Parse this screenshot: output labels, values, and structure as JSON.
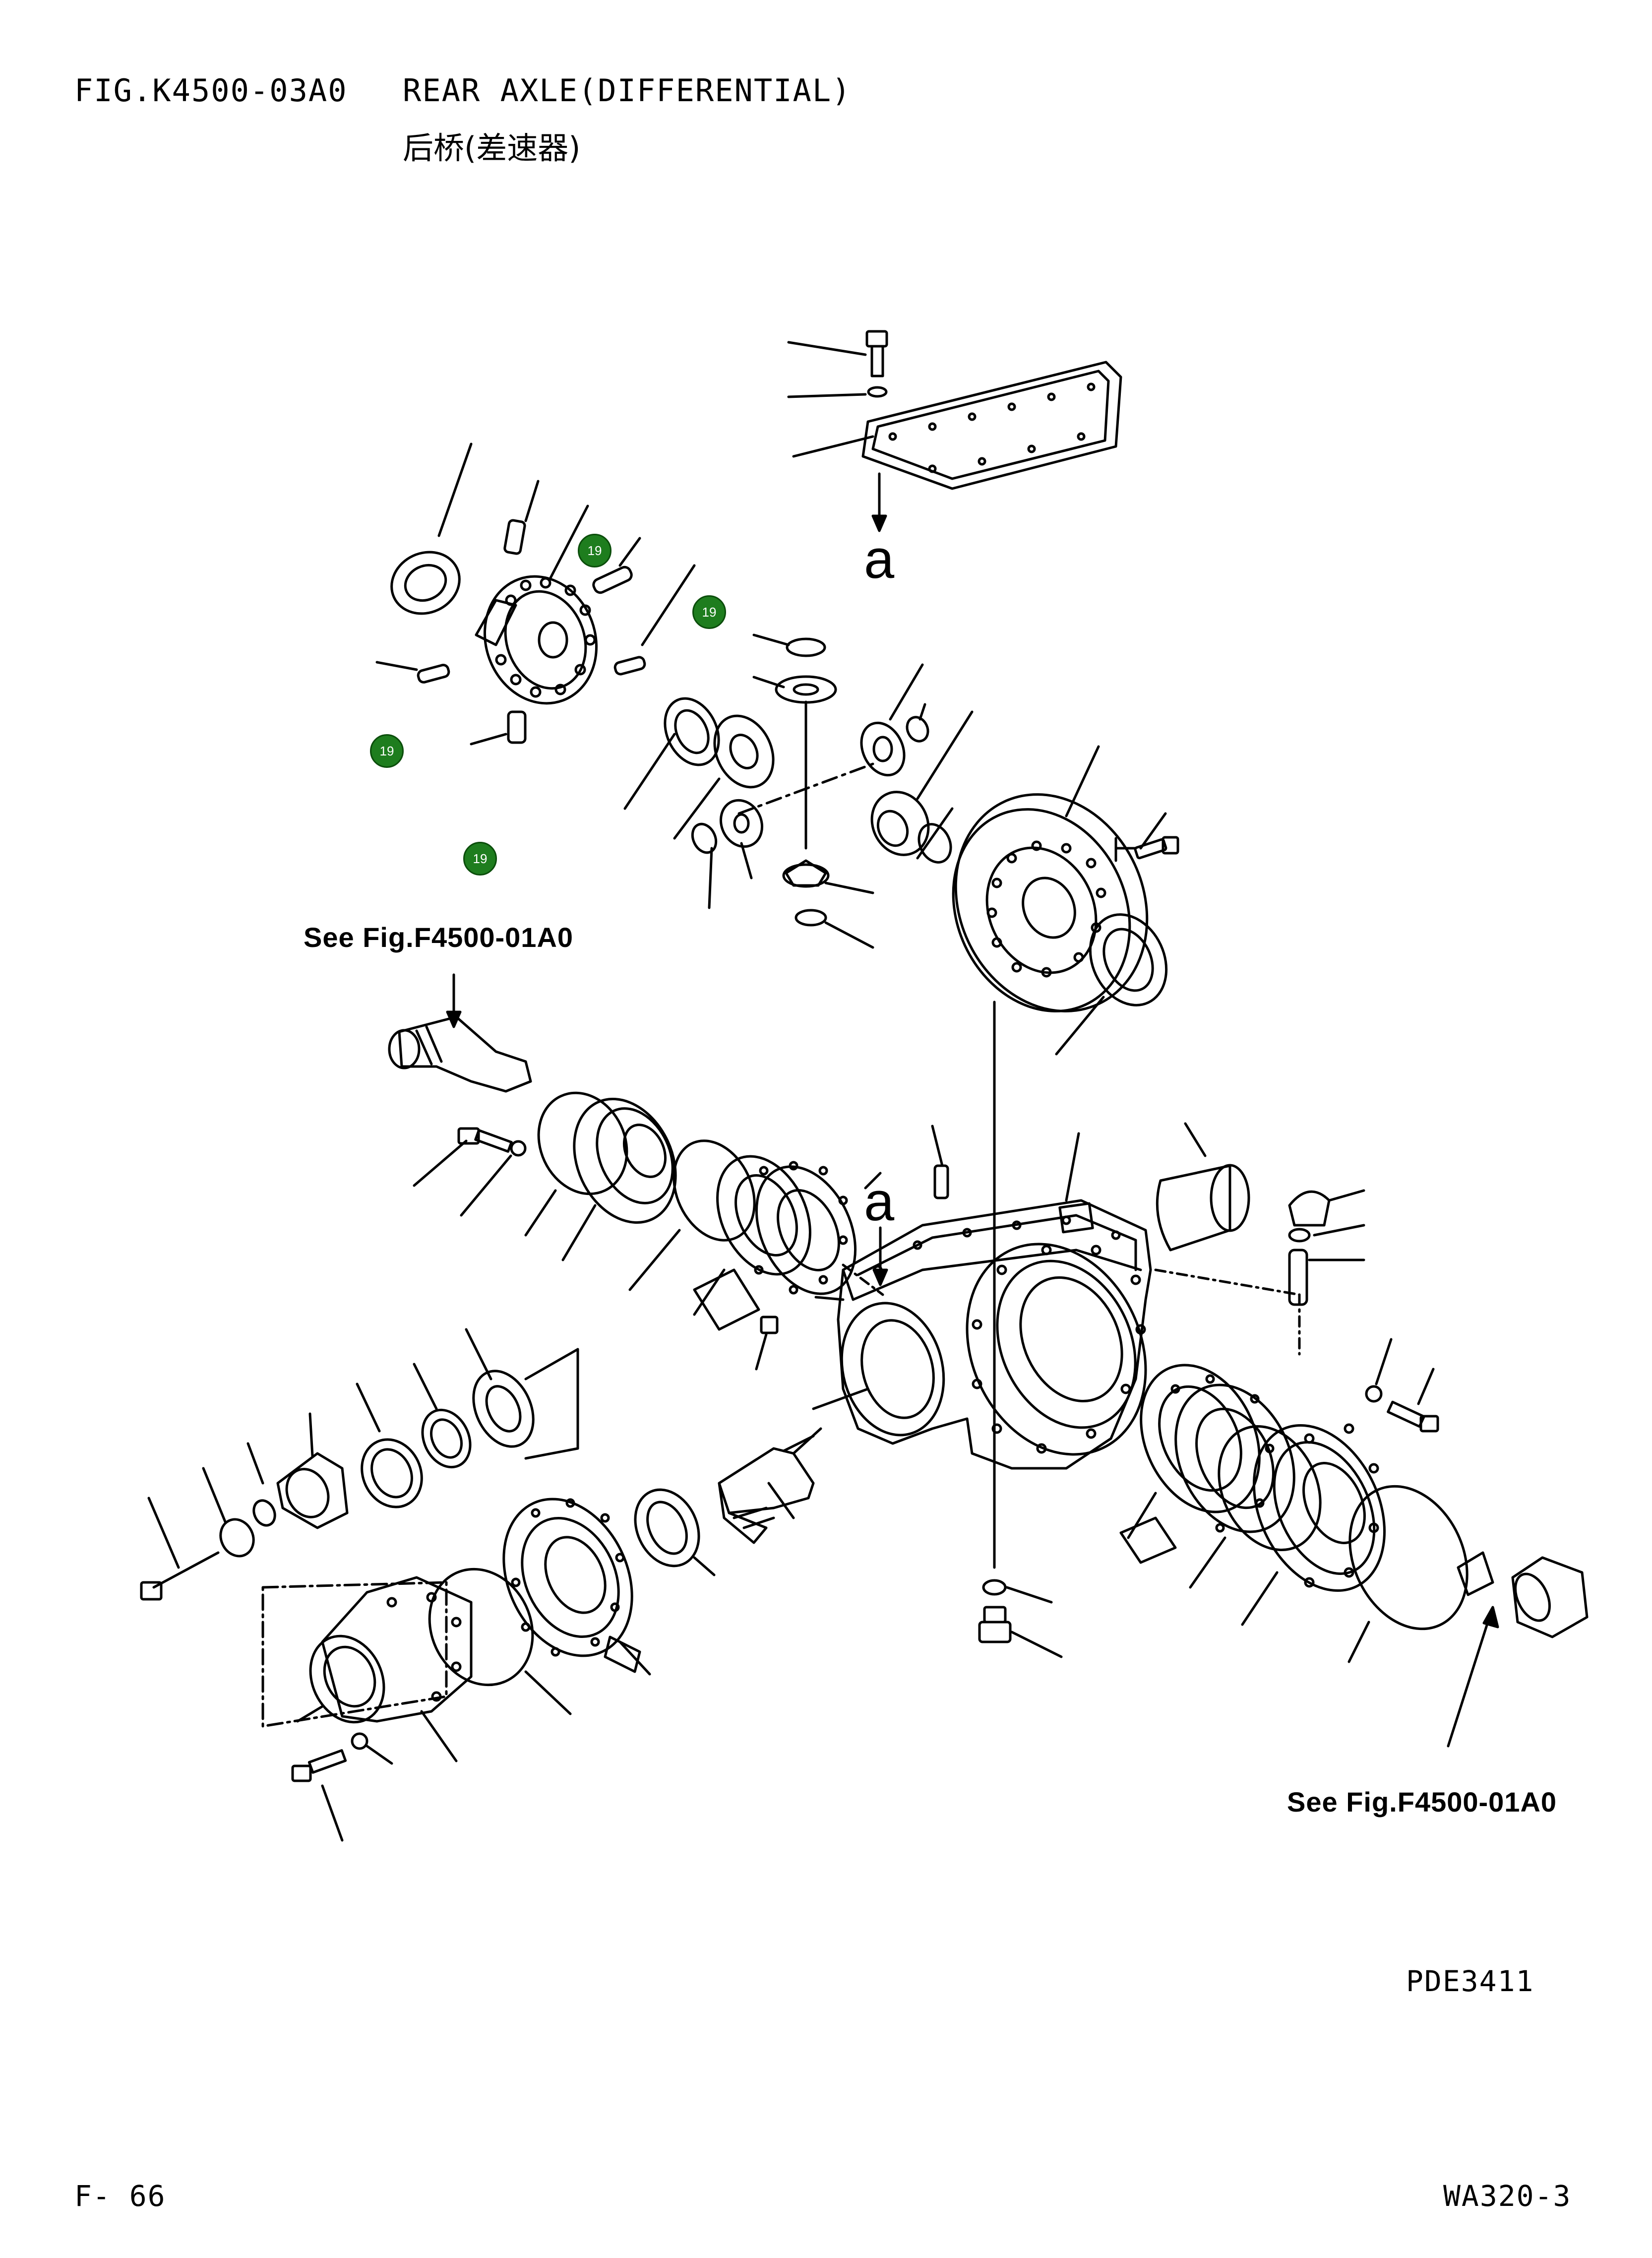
{
  "header": {
    "fig_code": "FIG.K4500-03A0",
    "title_en": "REAR AXLE(DIFFERENTIAL)",
    "title_cn": "后桥(差速器)"
  },
  "references": {
    "top_left": "See Fig.F4500-01A0",
    "bottom_right": "See Fig.F4500-01A0"
  },
  "arrow_letter": "a",
  "callouts": [
    {
      "label": "19"
    },
    {
      "label": "19"
    },
    {
      "label": "19"
    },
    {
      "label": "19"
    }
  ],
  "drawing_code": "PDE3411",
  "footer": {
    "page": "F- 66",
    "model": "WA320-3"
  },
  "colors": {
    "badge": "#1e7d1e",
    "line": "#000000"
  }
}
